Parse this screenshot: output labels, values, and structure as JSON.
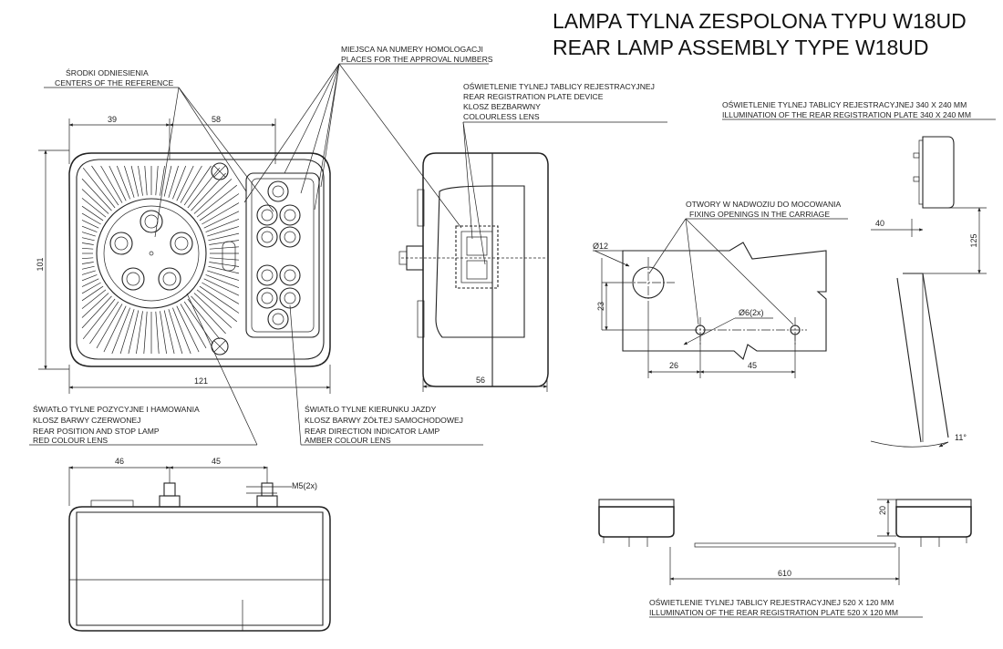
{
  "title": {
    "pl": "LAMPA TYLNA ZESPOLONA TYPU W18UD",
    "en": "REAR LAMP ASSEMBLY TYPE W18UD"
  },
  "labels": {
    "centers_ref": [
      "ŚRODKI ODNIESIENIA",
      "CENTERS OF THE REFERENCE"
    ],
    "approval": [
      "MIEJSCA NA NUMERY HOMOLOGACJI",
      "PLACES FOR THE APPROVAL NUMBERS"
    ],
    "plate_device": [
      "OŚWIETLENIE TYLNEJ TABLICY REJESTRACYJNEJ",
      "REAR REGISTRATION PLATE DEVICE",
      "KLOSZ BEZBARWNY",
      "COLOURLESS LENS"
    ],
    "plate_340": [
      "OŚWIETLENIE TYLNEJ TABLICY REJESTRACYJNEJ 340 X 240 MM",
      "ILLUMINATION OF THE REAR REGISTRATION PLATE 340 X 240 MM"
    ],
    "fixing": [
      "OTWORY W NADWOZIU DO MOCOWANIA",
      "FIXING OPENINGS IN THE CARRIAGE"
    ],
    "position_stop": [
      "ŚWIATŁO TYLNE POZYCYJNE I HAMOWANIA",
      "KLOSZ BARWY CZERWONEJ",
      "REAR POSITION AND STOP LAMP",
      "RED COLOUR LENS"
    ],
    "indicator": [
      "ŚWIATŁO TYLNE KIERUNKU JAZDY",
      "KLOSZ BARWY ŻÓŁTEJ SAMOCHODOWEJ",
      "REAR DIRECTION INDICATOR LAMP",
      "AMBER COLOUR LENS"
    ],
    "plate_520": [
      "OŚWIETLENIE TYLNEJ TABLICY REJESTRACYJNEJ 520 X 120 MM",
      "ILLUMINATION OF THE REAR REGISTRATION PLATE 520 X 120 MM"
    ]
  },
  "dimensions": {
    "front_39": "39",
    "front_58": "58",
    "front_101": "101",
    "front_121": "121",
    "side_56": "56",
    "bottom_46": "46",
    "bottom_45": "45",
    "bottom_m5": "M5(2x)",
    "hole_d12": "Ø12",
    "hole_d6": "Ø6(2x)",
    "hole_23": "23",
    "hole_26": "26",
    "hole_45": "45",
    "mount_40": "40",
    "mount_125": "125",
    "mount_11": "11°",
    "pair_20": "20",
    "pair_610": "610"
  }
}
